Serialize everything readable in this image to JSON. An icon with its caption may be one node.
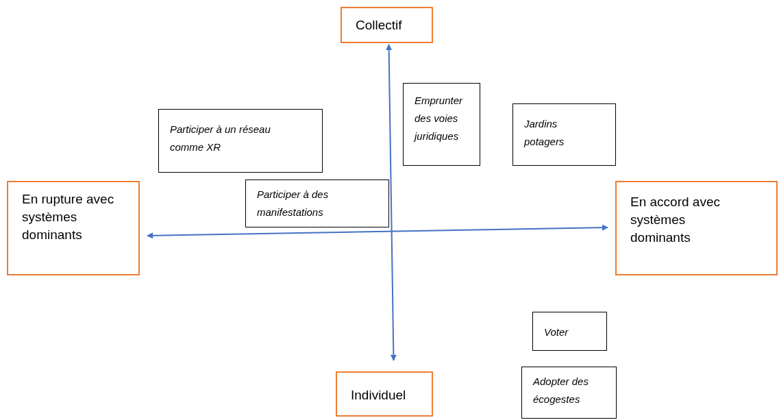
{
  "diagram": {
    "nodes": [
      {
        "text": [
          "Collectif"
        ]
      },
      {
        "text": [
          "Participer à un réseau comme XR"
        ]
      },
      {
        "text": [
          "Emprunter des voies juridiques"
        ]
      },
      {
        "text": [
          "Jardins potagers"
        ]
      },
      {
        "text": [
          "En rupture avec systèmes dominants"
        ]
      },
      {
        "text": [
          "Participer à des manifestations"
        ]
      },
      {
        "text": [
          "En accord avec systèmes dominants"
        ]
      },
      {
        "text": [
          "Voter"
        ]
      },
      {
        "text": [
          "Individuel"
        ]
      },
      {
        "text": [
          "Adopter des écogestes"
        ]
      }
    ],
    "edges": [
      {
        "from": 0,
        "to": 8,
        "arrow": "both"
      },
      {
        "from": 4,
        "to": 6,
        "arrow": "both"
      }
    ]
  }
}
